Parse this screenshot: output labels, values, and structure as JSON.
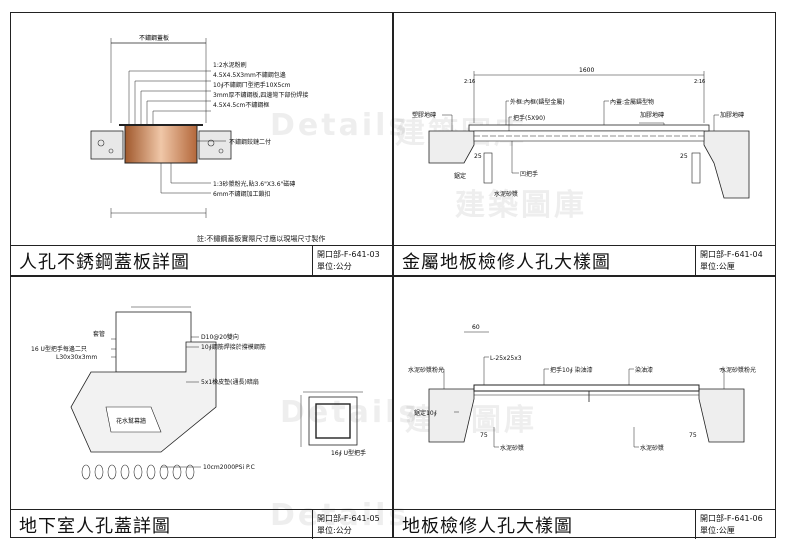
{
  "watermark": {
    "brand": "Details",
    "cn": "建築圖庫"
  },
  "panels": [
    {
      "title": "人孔不銹鋼蓋板詳圖",
      "code": "開口部-F-641-03",
      "unit": "單位:公分",
      "note": "註:不鏽鋼蓋板實際尺寸應以現場尺寸製作",
      "labels": [
        "不鏽鋼蓋板",
        "1:2水泥粉刷",
        "4.5X4.5X3mm不鏽鋼包邊",
        "10∮不鏽鋼ㄇ型把手10X5cm",
        "3mm厚不鏽鋼板,四邊彎下部份焊接",
        "4.5X4.5cm不鏽鋼框",
        "不鏽鋼鉸鏈二付",
        "1:3砂漿粉光,貼3.6\"X3.6\"磁磚",
        "6mm不鏽鋼加工鎖扣"
      ]
    },
    {
      "title": "金屬地板檢修人孔大樣圖",
      "code": "開口部-F-641-04",
      "unit": "單位:公厘",
      "labels": [
        "1600",
        "2:16",
        "2:16",
        "外框:內框(鑄型金屬)",
        "內蓋:金屬鑄型物",
        "塑膠地磚",
        "加膠地磚",
        "加膠地磚",
        "把手(5X90)",
        "鋸定",
        "凹把手",
        "水泥砂漿",
        "25",
        "25"
      ]
    },
    {
      "title": "地下室人孔蓋詳圖",
      "code": "開口部-F-641-05",
      "unit": "單位:公分",
      "labels": [
        "D10@20雙向",
        "10∮鋼筋焊接於撐模鋼筋",
        "套管",
        "16 U型把手每邊二只",
        "L30x30x3mm",
        "5x1橡皮墊(通長)暗扇",
        "花水幫幕牆",
        "10cm2000PSi P.C",
        "16∮ U型把手"
      ]
    },
    {
      "title": "地板檢修人孔大樣圖",
      "code": "開口部-F-641-06",
      "unit": "單位:公厘",
      "labels": [
        "60",
        "L-25x25x3",
        "把手10∮ 染油漆",
        "染油漆",
        "水泥砂漿粉光",
        "水泥砂漿粉光",
        "鋸定10∮",
        "水泥砂漿",
        "水泥砂漿",
        "75",
        "75"
      ]
    }
  ]
}
